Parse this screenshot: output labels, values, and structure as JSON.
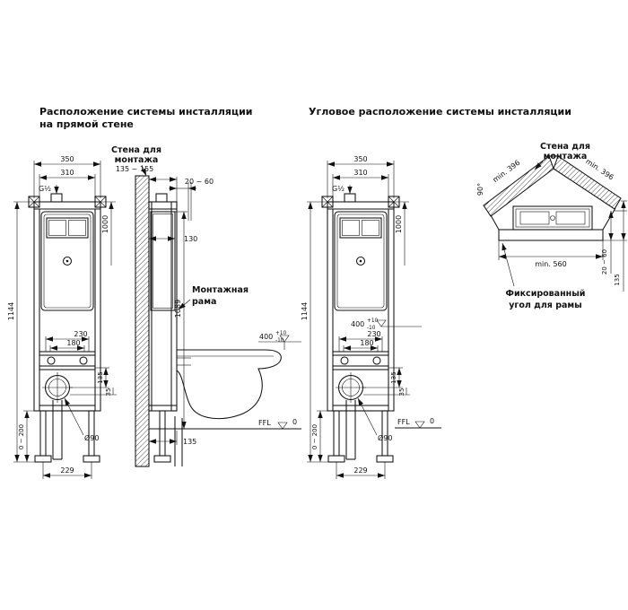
{
  "left_diagram": {
    "title_line1": "Расположение системы инсталляции",
    "title_line2": "на прямой стене",
    "wall_label": {
      "line1": "Стена для",
      "line2": "монтажа"
    },
    "frame_label": {
      "line1": "Монтажная",
      "line2": "рама"
    },
    "side_dims": {
      "depth_range": "135 ~ 155",
      "finish_range": "20 ~ 60",
      "cistern_depth": "130",
      "frame_height": "1089",
      "floor_offset": "135"
    }
  },
  "right_diagram": {
    "title": "Угловое расположение системы инсталляции",
    "wall_label": {
      "line1": "Стена для",
      "line2": "монтажа"
    },
    "fixed_angle_label": {
      "line1": "Фиксированный",
      "line2": "угол для рамы"
    },
    "corner_dims": {
      "angle": "90°",
      "min_wall_left": "min. 396",
      "min_wall_right": "min. 396",
      "min_width": "min. 560",
      "finish_range": "20 ~ 60",
      "depth": "135"
    }
  },
  "front_view_dims": {
    "width_total": "350",
    "width_inner": "310",
    "inlet": "G½",
    "height_1000": "1000",
    "height_total": "1144",
    "bolt_span": "230",
    "bolt_span_inner": "180",
    "drain_height": "135",
    "drain_offset": "35",
    "drain_dia": "Ø90",
    "leg_range": "0 ~ 200",
    "base_width": "229"
  },
  "levels": {
    "rim_height": "400",
    "rim_plus": "+10",
    "rim_minus": "-10",
    "ffl": "FFL",
    "zero": "0"
  }
}
